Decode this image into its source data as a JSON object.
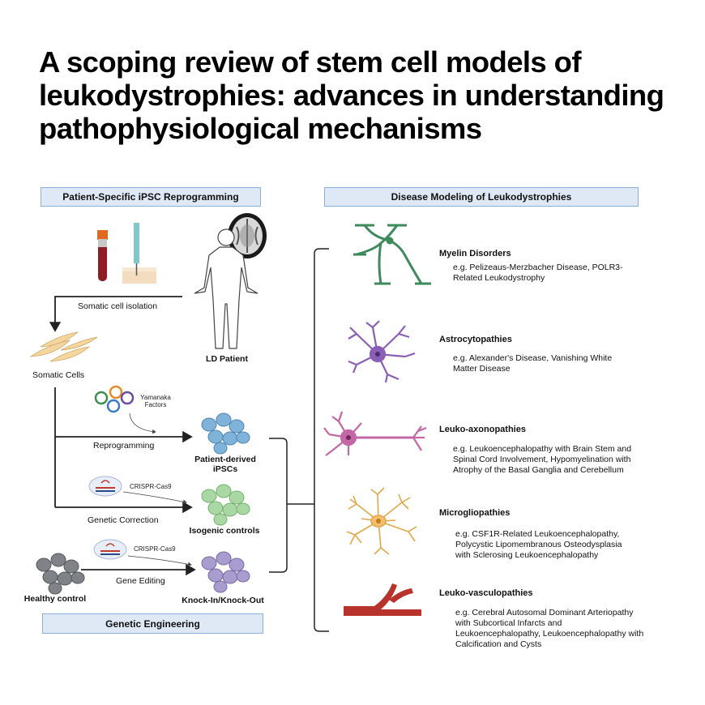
{
  "title": "A scoping review of stem cell models of leukodystrophies: advances in understanding pathophysiological mechanisms",
  "left_panel": {
    "header": "Patient-Specific iPSC Reprogramming",
    "footer": "Genetic Engineering",
    "ld_patient": "LD Patient",
    "somatic_isolation": "Somatic cell isolation",
    "somatic_cells": "Somatic Cells",
    "yamanaka": "Yamanaka\nFactors",
    "reprogramming": "Reprogramming",
    "patient_ipscs": "Patient-derived\niPSCs",
    "crispr_1": "CRISPR-Cas9",
    "genetic_correction": "Genetic Correction",
    "isogenic_controls": "Isogenic controls",
    "crispr_2": "CRISPR-Cas9",
    "gene_editing": "Gene Editing",
    "healthy_control": "Healthy control",
    "knock_in_out": "Knock-In/Knock-Out"
  },
  "right_panel": {
    "header": "Disease Modeling of Leukodystrophies",
    "diseases": [
      {
        "name": "Myelin Disorders",
        "examples": "e.g. Pelizeaus-Merzbacher Disease, POLR3-\nRelated Leukodystrophy",
        "color": "#3f8a5c"
      },
      {
        "name": "Astrocytopathies",
        "examples": "e.g. Alexander's Disease, Vanishing White\nMatter Disease",
        "color": "#8a5fb5"
      },
      {
        "name": "Leuko-axonopathies",
        "examples": "e.g. Leukoencephalopathy with Brain Stem and\nSpinal Cord Involvement, Hypomyelination with\nAtrophy of the Basal Ganglia and Cerebellum",
        "color": "#c367a6"
      },
      {
        "name": "Microgliopathies",
        "examples": "e.g. CSF1R-Related Leukoencephalopathy,\nPolycystic Lipomembranous Osteodysplasia\nwith Sclerosing Leukoencephalopathy",
        "color": "#e0a84a"
      },
      {
        "name": "Leuko-vasculopathies",
        "examples": "e.g. Cerebral Autosomal Dominant Arteriopathy\nwith Subcortical Infarcts and\nLeukoencephalopathy, Leukoencephalopathy with\nCalcification and Cysts",
        "color": "#b8332b"
      }
    ]
  },
  "colors": {
    "header_fill": "#dfe8f5",
    "header_border": "#8fb0d6",
    "ipsc_blue": "#7fb3d9",
    "isogenic_green": "#a9d8a4",
    "knock_purple": "#a99ccf",
    "healthy_gray": "#7f8388"
  }
}
